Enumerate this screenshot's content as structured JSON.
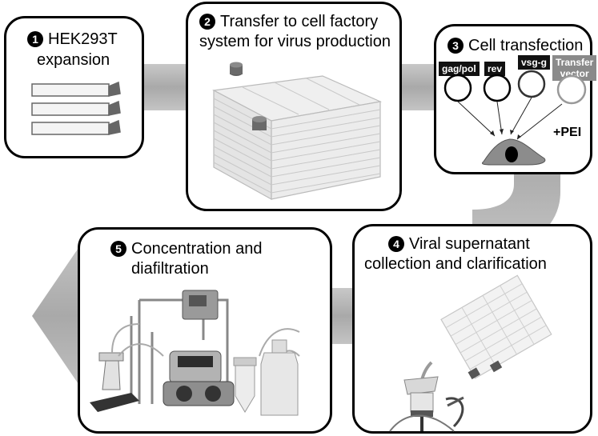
{
  "steps": [
    {
      "number": "1",
      "title_lines": [
        "HEK293T",
        "expansion"
      ]
    },
    {
      "number": "2",
      "title_lines": [
        "Transfer to cell factory",
        "system for virus production"
      ]
    },
    {
      "number": "3",
      "title_lines": [
        "Cell transfection"
      ]
    },
    {
      "number": "4",
      "title_lines": [
        "Viral supernatant",
        "collection and clarification"
      ]
    },
    {
      "number": "5",
      "title_lines": [
        "Concentration and",
        "diafiltration"
      ]
    }
  ],
  "transfection": {
    "plasmids": [
      {
        "label": "gag/pol"
      },
      {
        "label": "rev"
      },
      {
        "label": "vsg-g"
      },
      {
        "label_lines": [
          "Transfer",
          "vector"
        ]
      }
    ],
    "reagent": "+PEI"
  },
  "colors": {
    "arrow_band": "#b4b4b4",
    "box_border": "#000000",
    "badge": "#000000",
    "transfer_vector_label": "#8a8a8a"
  }
}
